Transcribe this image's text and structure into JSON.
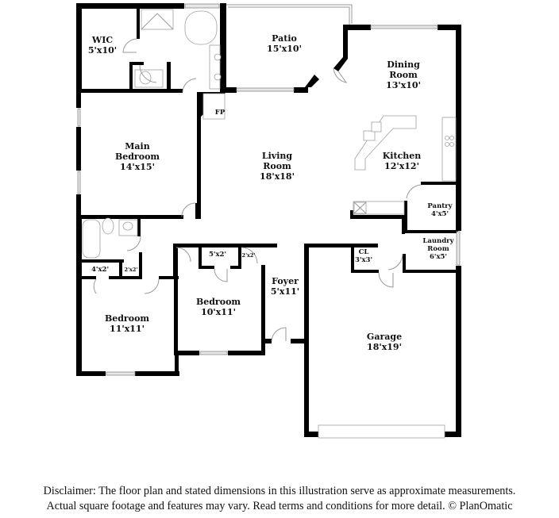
{
  "rooms": {
    "wic": {
      "name": "WIC",
      "size": "5'x10'"
    },
    "patio": {
      "name": "Patio",
      "size": "15'x10'"
    },
    "dining": {
      "name1": "Dining",
      "name2": "Room",
      "size": "13'x10'"
    },
    "fireplace": {
      "name": "FP"
    },
    "main_bedroom": {
      "name1": "Main",
      "name2": "Bedroom",
      "size": "14'x15'"
    },
    "living": {
      "name1": "Living",
      "name2": "Room",
      "size": "18'x18'"
    },
    "kitchen": {
      "name": "Kitchen",
      "size": "12'x12'"
    },
    "pantry": {
      "name": "Pantry",
      "size": "4'x5'"
    },
    "laundry": {
      "name1": "Laundry",
      "name2": "Room",
      "size": "6'x5'"
    },
    "closet_cl": {
      "name": "CL",
      "size": "3'x3'"
    },
    "closet_4x2": {
      "size": "4'x2'"
    },
    "closet_2x2_left": {
      "size": "2'x2'"
    },
    "closet_5x2": {
      "size": "5'x2'"
    },
    "closet_2x2_right": {
      "size": "2'x2'"
    },
    "foyer": {
      "name": "Foyer",
      "size": "5'x11'"
    },
    "bedroom_left": {
      "name": "Bedroom",
      "size": "11'x11'"
    },
    "bedroom_mid": {
      "name": "Bedroom",
      "size": "10'x11'"
    },
    "garage": {
      "name": "Garage",
      "size": "18'x19'"
    }
  },
  "disclaimer": {
    "line1": "Disclaimer: The floor plan and stated dimensions in this illustration serve as approximate measurements.",
    "line2": "Actual square footage and features may vary. Read terms and conditions for more detail. © PlanOmatic"
  }
}
